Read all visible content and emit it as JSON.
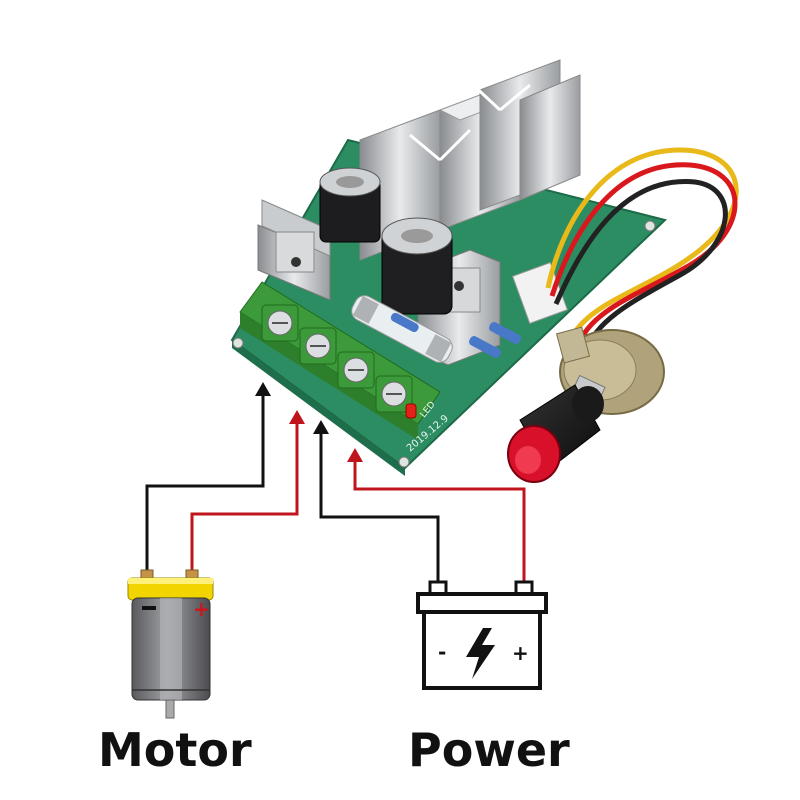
{
  "labels": {
    "motor": "Motor",
    "power": "Power"
  },
  "board": {
    "date_code": "2019.12.9",
    "led_label": "LED"
  },
  "motor": {
    "minus": "-",
    "plus": "+"
  },
  "battery": {
    "minus": "-",
    "plus": "+"
  },
  "colors": {
    "positive_wire": "#c0141c",
    "negative_wire": "#111111",
    "pcb": "#2a8a60",
    "terminal_block": "#3d9a3a",
    "knob": "#d8102a",
    "motor_cap": "#f2d400"
  },
  "icons": {
    "battery_symbol": "lightning-bolt-icon"
  }
}
